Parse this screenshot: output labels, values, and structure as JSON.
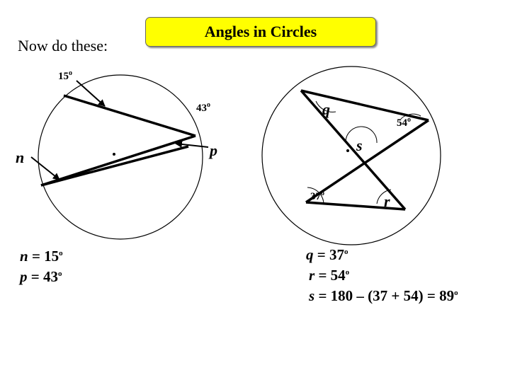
{
  "header": {
    "intro_text": "Now do these:",
    "title": "Angles in Circles"
  },
  "left_diagram": {
    "angle_top": "15",
    "angle_right": "43",
    "var_n": "n",
    "var_p": "p"
  },
  "right_diagram": {
    "angle_top_right": "54",
    "angle_bottom_left": "37",
    "var_q": "q",
    "var_s": "s",
    "var_r": "r"
  },
  "degree_mark": "o",
  "answers_left": [
    {
      "var": "n",
      "expr": " = 15",
      "deg": "o"
    },
    {
      "var": "p",
      "expr": " = 43",
      "deg": "o"
    }
  ],
  "answers_right": [
    {
      "var": "q",
      "expr": " = 37",
      "deg": "o"
    },
    {
      "var": "r",
      "expr": " = 54",
      "deg": "o"
    },
    {
      "var": "s",
      "expr": " = 180 – (37 + 54) = 89",
      "deg": "o"
    }
  ],
  "colors": {
    "title_bg": "#ffff00",
    "line": "#000000",
    "circle": "#000000"
  }
}
